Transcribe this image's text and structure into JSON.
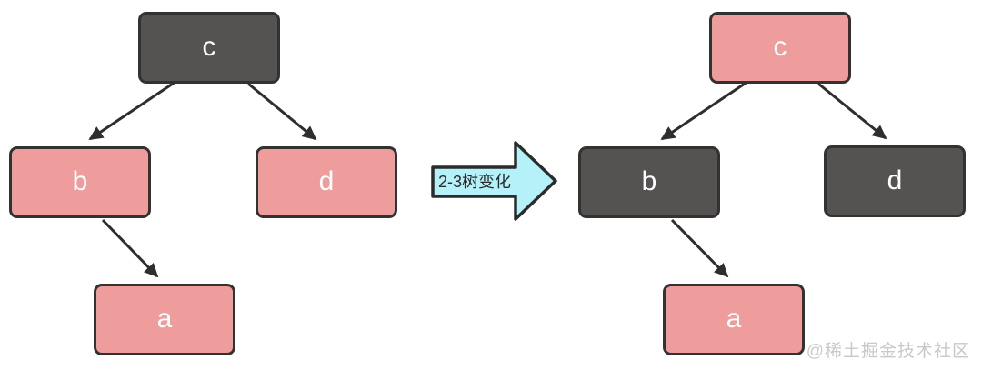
{
  "colors": {
    "red_node": "#ee9c9c",
    "black_node": "#555252",
    "node_border": "#343131",
    "node_text": "#ffffff",
    "edge": "#2f2d2d",
    "arrow_fill": "#b4f1f8",
    "arrow_border": "#2b2b2b",
    "watermark_text": "#c9c9c9"
  },
  "transform_arrow": {
    "label": "2-3树变化"
  },
  "watermark": "@稀土掘金技术社区",
  "left_tree": {
    "nodes": [
      {
        "id": "c",
        "label": "c",
        "type": "black"
      },
      {
        "id": "b",
        "label": "b",
        "type": "red"
      },
      {
        "id": "d",
        "label": "d",
        "type": "red"
      },
      {
        "id": "a",
        "label": "a",
        "type": "red"
      }
    ],
    "edges": [
      [
        "c",
        "b"
      ],
      [
        "c",
        "d"
      ],
      [
        "b",
        "a"
      ]
    ]
  },
  "right_tree": {
    "nodes": [
      {
        "id": "c",
        "label": "c",
        "type": "red"
      },
      {
        "id": "b",
        "label": "b",
        "type": "black"
      },
      {
        "id": "d",
        "label": "d",
        "type": "black"
      },
      {
        "id": "a",
        "label": "a",
        "type": "red"
      }
    ],
    "edges": [
      [
        "c",
        "b"
      ],
      [
        "c",
        "d"
      ],
      [
        "b",
        "a"
      ]
    ]
  }
}
